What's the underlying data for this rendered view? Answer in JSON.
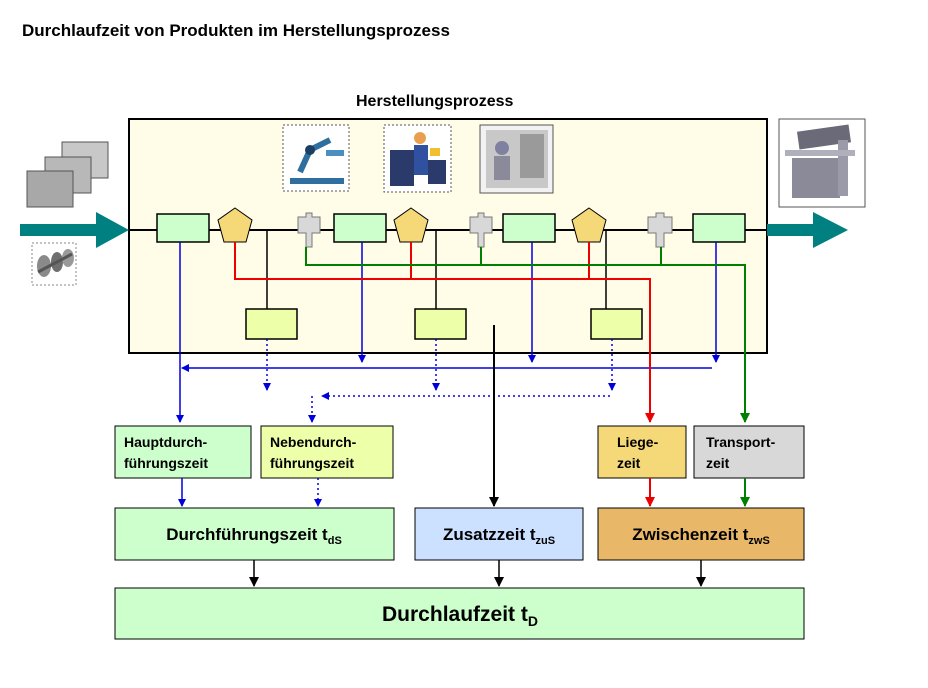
{
  "title": "Durchlaufzeit von Produkten im Herstellungsprozess",
  "process": {
    "label": "Herstellungsprozess",
    "icons": [
      "robot-arm-icon",
      "worker-at-machine-icon",
      "operator-at-machine-icon"
    ]
  },
  "input": {
    "icons": [
      "stacked-sheets-icon",
      "crankshaft-icon"
    ]
  },
  "output": {
    "icons": [
      "band-saw-machine-icon"
    ]
  },
  "boxes": {
    "haupt": {
      "line1": "Hauptdurch-",
      "line2": "führungszeit"
    },
    "neben": {
      "line1": "Nebendurch-",
      "line2": "führungszeit"
    },
    "liege": {
      "line1": "Liege-",
      "line2": "zeit"
    },
    "transport": {
      "line1": "Transport-",
      "line2": "zeit"
    },
    "durchfuehrung": {
      "main": "Durchführungszeit t",
      "sub": "dS"
    },
    "zusatz": {
      "main": "Zusatzzeit t",
      "sub": "zuS"
    },
    "zwischen": {
      "main": "Zwischenzeit t",
      "sub": "zwS"
    },
    "durchlauf": {
      "main": "Durchlaufzeit t",
      "sub": "D"
    }
  },
  "colors": {
    "process_bg": "#fffde8",
    "operation": "#ccffcc",
    "secondary": "#eeffaa",
    "waiting": "#f5d878",
    "transport": "#d8d8d8",
    "zusatz": "#cce0ff",
    "zwischen": "#e8b868",
    "arrow_main": "#008080",
    "line_blue": "#0000dd",
    "line_red": "#ee0000",
    "line_green": "#008000"
  }
}
